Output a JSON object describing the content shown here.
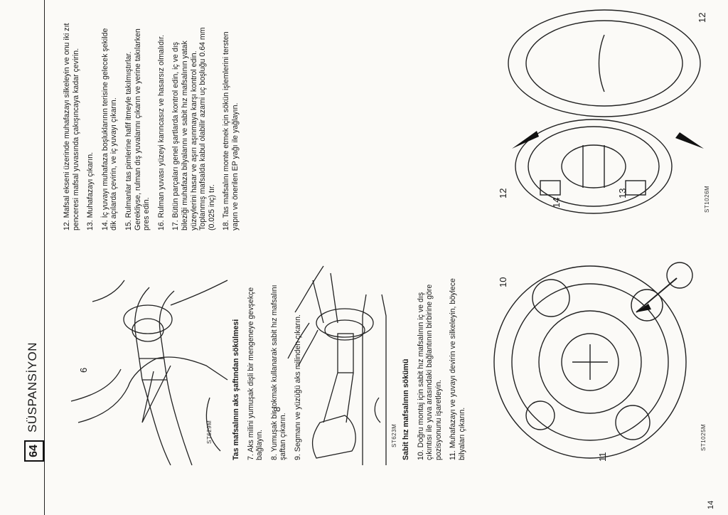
{
  "header": {
    "page_number": "64",
    "section_title": "SÜSPANSİYON"
  },
  "footer": {
    "page_index": "14"
  },
  "left_column": {
    "fig1": {
      "code": "ST629M",
      "callout": "6"
    },
    "heading1": "Tas mafsalının aks şaftından sökülmesi",
    "p7": "7. Aks milini yumuşak dişli bir mengeneye gevşekçe bağlayın.",
    "p8": "8. Yumuşak bir tokmak kullanarak sabit hız mafsalını şaftan çıkarın.",
    "p9": "9. Segmanı ve yüzüğü aks milinden çıkarın.",
    "fig2": {
      "code": "ST623M",
      "callout": "8"
    },
    "heading2": "Sabit hız mafsalının sökümü",
    "p10": "10. Doğru montaj için sabit hız mafsalının iç ve dış çıkıntısı ile yuva arasındaki bağlantının birbirine göre pozisyonunu işaretleyin.",
    "p11": "11. Muhafazayı ve yuvayı devirin ve silkeleyin, böylece bilyaları çıkarın.",
    "fig3": {
      "code": "ST1025M",
      "callout_a": "10",
      "callout_b": "11"
    }
  },
  "right_column": {
    "p12": "12. Mafsal ekseni üzerinde muhafazayı silkeleyin ve onu iki zıt penceresi mafsal yuvasında çakışıncaya kadar çevirin.",
    "p13": "13. Muhafazayı çıkarın.",
    "p14": "14. İç yuvayı muhafaza boşluklarının terisine gelecek şekilde dik açılarda çevirin, ve iç yuvayı çıkarın.",
    "p15": "15. Rulmanlar tas pimlerine hafif itmeyle takılmıştırlar. Gerekliyse, rulman dış yuvalarını çıkarın ve yerine takılarken pres edin.",
    "p16": "16. Rulman yuvası yüzeyi karıncasız ve hasarsız olmalıdır.",
    "p17": "17. Bütün parçaları genel şartlarda kontrol edin, iç ve dış bileziği muhafaza bilyalarını ve sabit hız mafsalının yatak yüzeylerini hasar ve aşırı aşınmaya karşı kontrol edin. Toplanmış mafsalda kabul olabilir azami uç boşluğu 0.64 mm (0.025 inç) tır.",
    "p18": "18. Tas mafsalını monte etmek için sökün işlemlerini tersten yapın ve önerilen EP yağı ile yağlayın.",
    "fig4": {
      "code": "ST1026M",
      "callout_13": "13",
      "callout_12a": "12",
      "callout_12b": "12",
      "callout_14": "14"
    }
  }
}
